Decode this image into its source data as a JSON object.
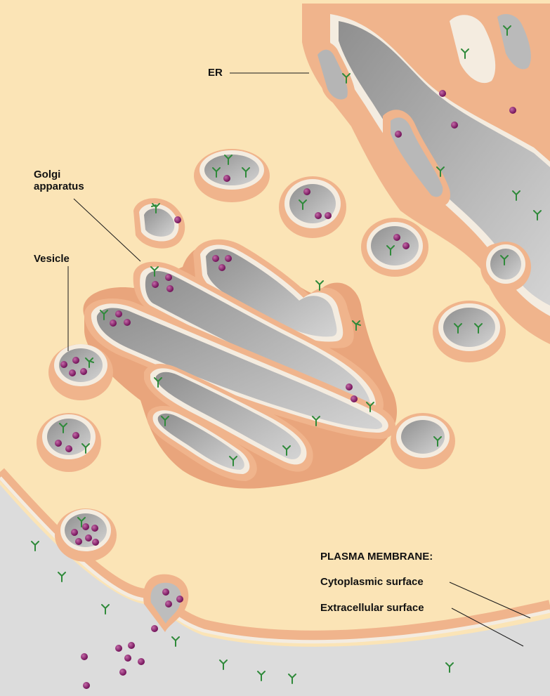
{
  "labels": {
    "er": "ER",
    "golgi_line1": "Golgi",
    "golgi_line2": "apparatus",
    "vesicle": "Vesicle",
    "plasma_membrane": "PLASMA MEMBRANE:",
    "cytoplasmic_surface": "Cytoplasmic surface",
    "extracellular_surface": "Extracellular surface"
  },
  "colors": {
    "cytoplasm": "#fbe4b6",
    "membrane": "#f0b48c",
    "membrane_dark": "#e29f78",
    "membrane_inner": "#f4ece0",
    "lumen": "#b9b9b9",
    "lumen_dark": "#9e9e9e",
    "extracellular": "#dcdcdc",
    "protein": "#7a1260",
    "glycan": "#2f8a3a"
  }
}
